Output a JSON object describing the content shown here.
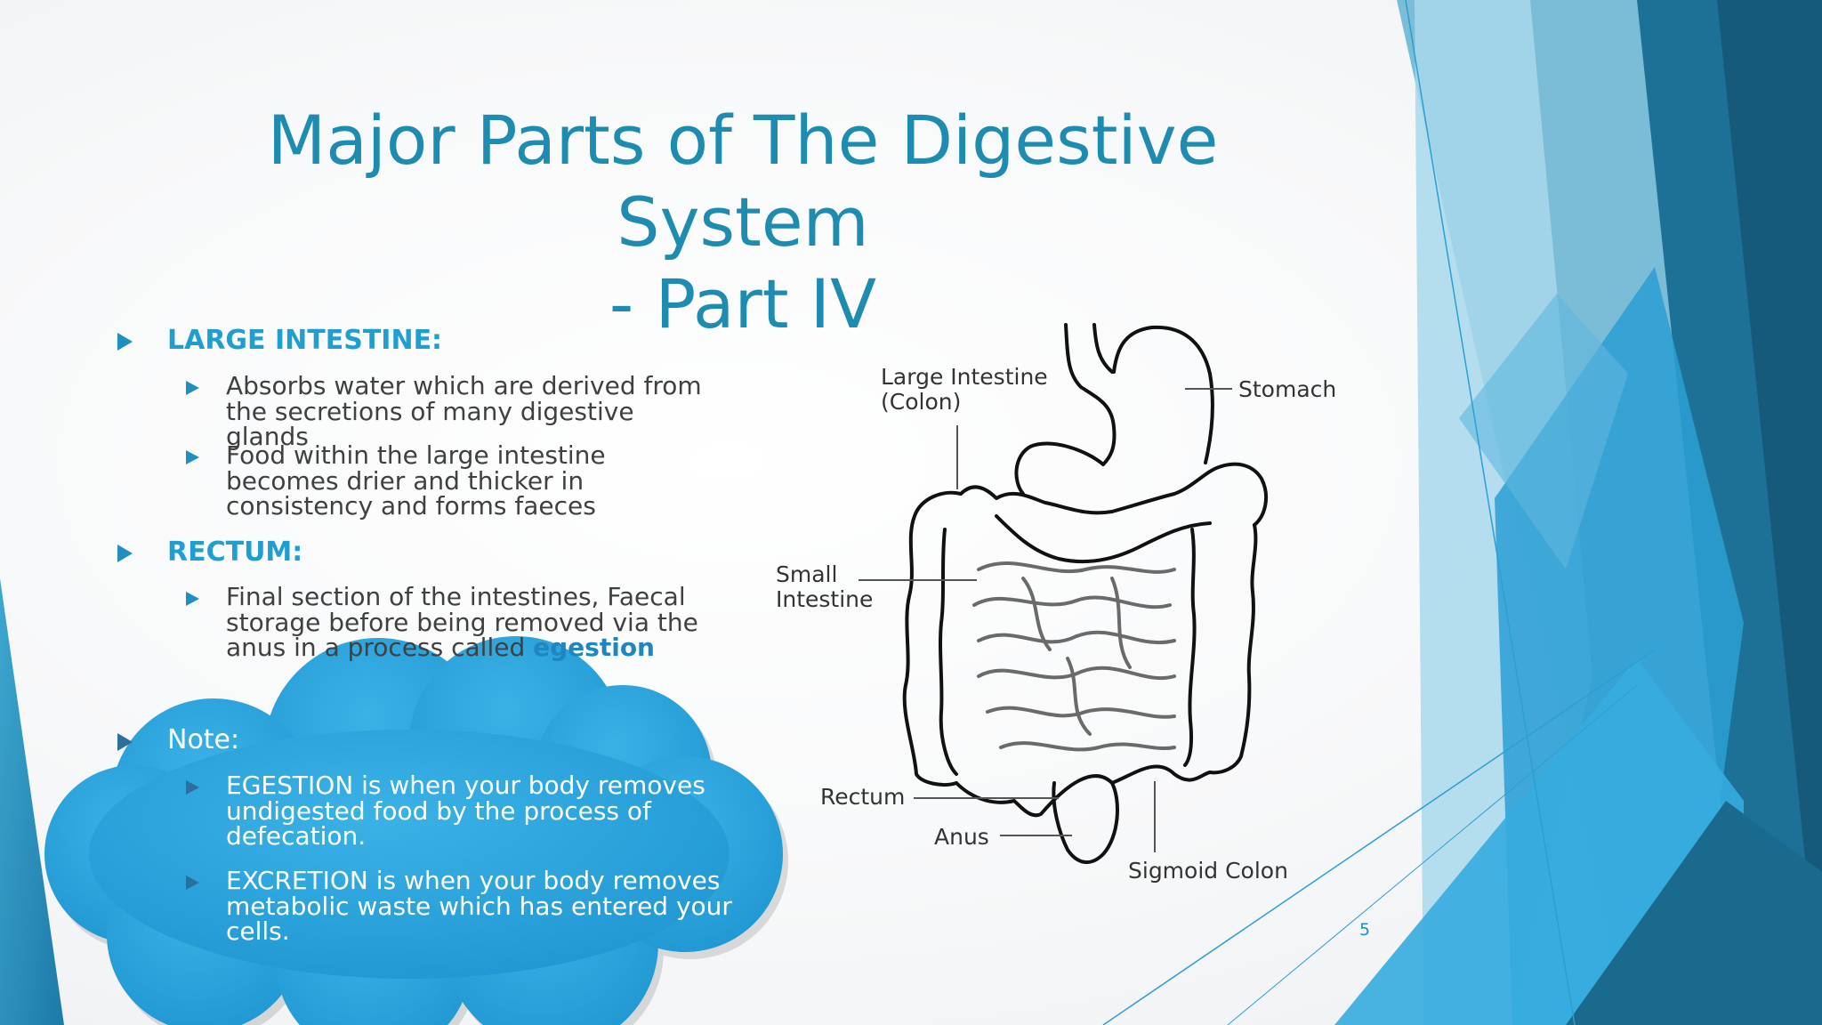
{
  "slide": {
    "title_line1": "Major Parts of The Digestive System",
    "title_line2": "- Part IV",
    "page_number": "5"
  },
  "large_intestine": {
    "heading": "LARGE INTESTINE:",
    "bullets": [
      "Absorbs water which are derived from the secretions of many digestive glands",
      "Food within the large intestine becomes drier and thicker in consistency and forms faeces"
    ]
  },
  "rectum": {
    "heading": "RECTUM:",
    "bullet_text": "Final section of the intestines, Faecal storage before being removed via the anus in a process called",
    "bullet_highlight": "egestion"
  },
  "note": {
    "heading": "Note:",
    "bullets": [
      "EGESTION is when your body removes undigested food by the process of defecation.",
      "EXCRETION is when your body removes metabolic waste which has entered your cells."
    ]
  },
  "diagram": {
    "labels": {
      "large_intestine_1": "Large Intestine",
      "large_intestine_2": "(Colon)",
      "stomach": "Stomach",
      "small_intestine_1": "Small",
      "small_intestine_2": "Intestine",
      "rectum": "Rectum",
      "anus": "Anus",
      "sigmoid_colon": "Sigmoid Colon"
    }
  },
  "colors": {
    "title": "#1e8bb0",
    "accent": "#1f9fd0",
    "cloud": "#2aa3da",
    "body_text": "#404040"
  }
}
